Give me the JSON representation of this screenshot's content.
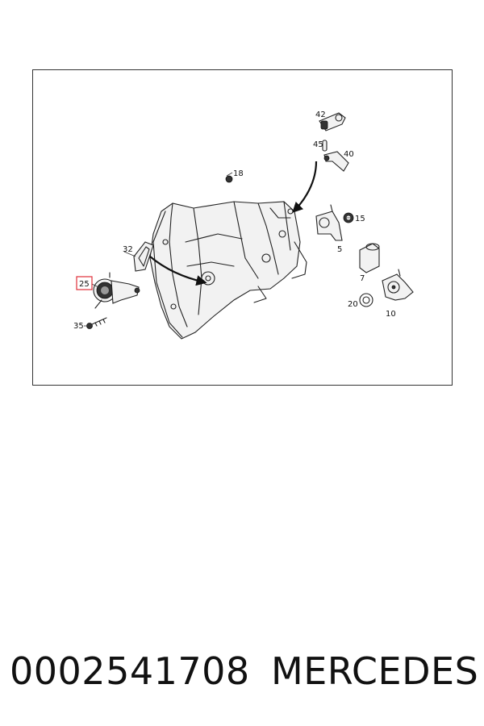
{
  "diagram": {
    "highlight_color": "#e0303a",
    "highlighted_callout": "25",
    "callouts": [
      "42",
      "45",
      "40",
      "18",
      "15",
      "5",
      "32",
      "7",
      "25",
      "20",
      "10",
      "35"
    ]
  },
  "caption": {
    "part_number": "0002541708",
    "brand": "MERCEDES"
  }
}
